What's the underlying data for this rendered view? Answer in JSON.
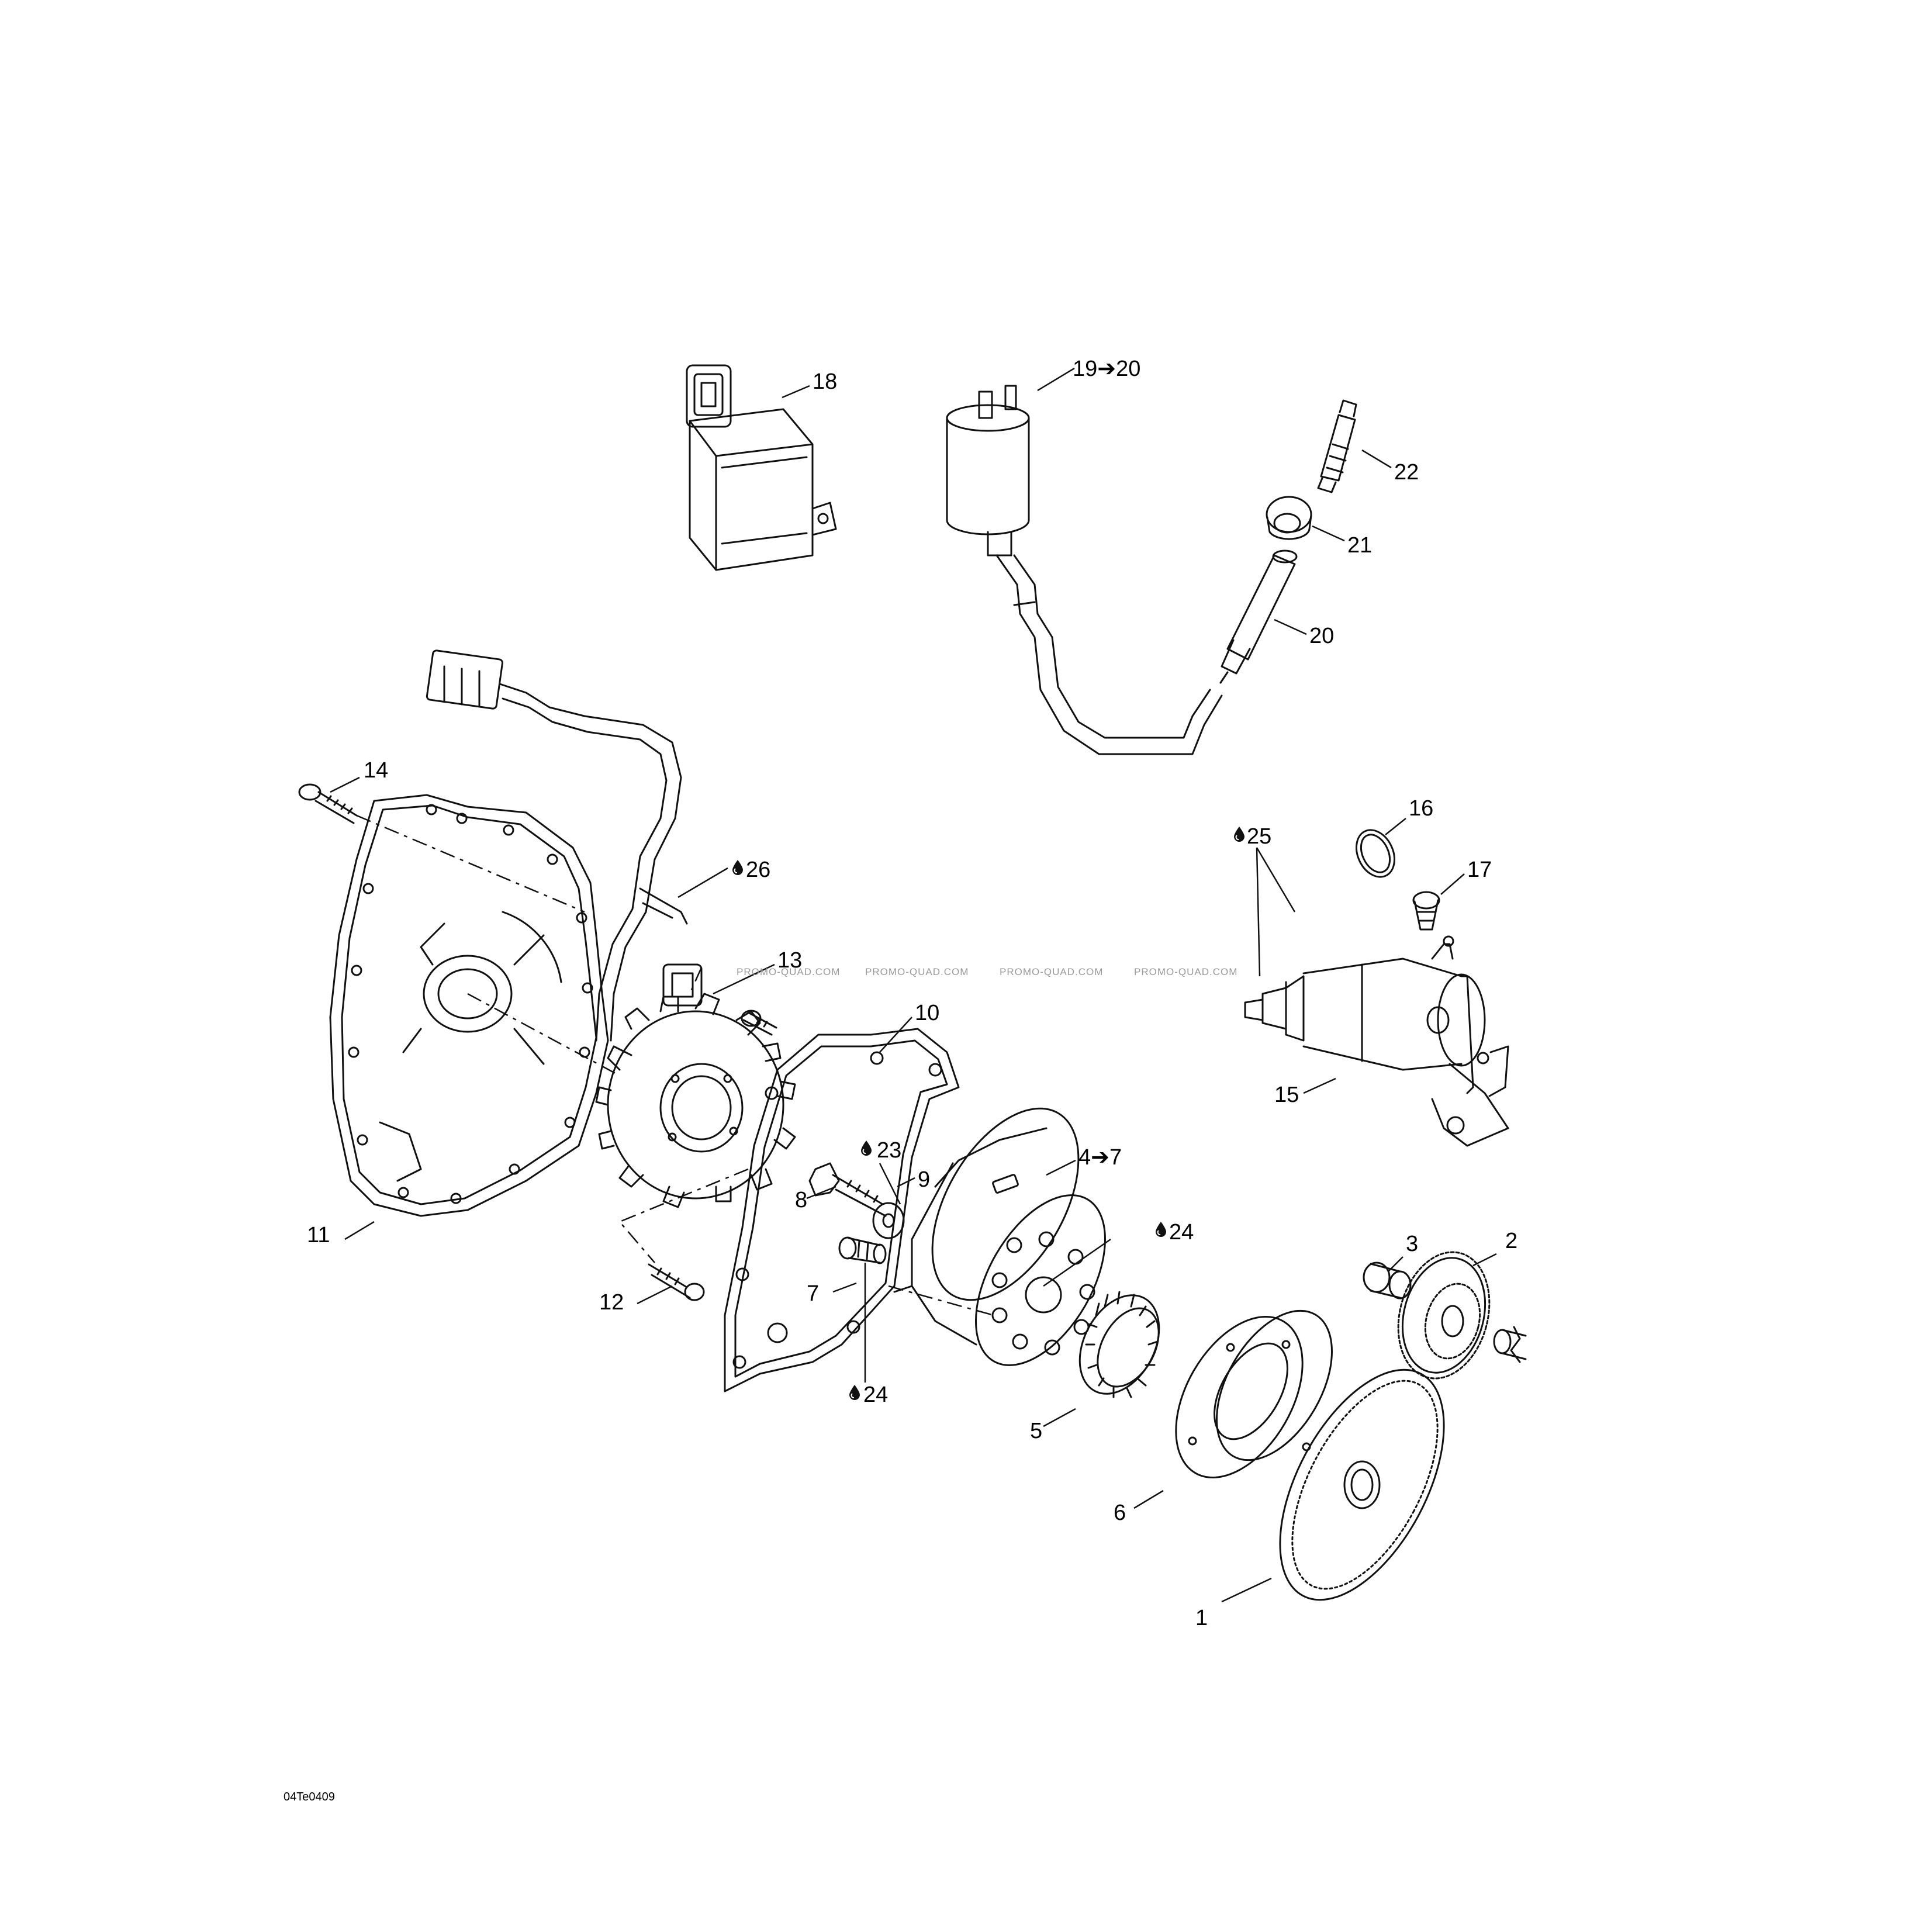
{
  "drawing": {
    "drawing_code": "04Te0409",
    "watermark": "PROMO-QUAD.COM"
  },
  "callouts": {
    "c1": "1",
    "c2": "2",
    "c3": "3",
    "c4to7": "4➔7",
    "c5": "5",
    "c6": "6",
    "c7": "7",
    "c8": "8",
    "c9": "9",
    "c10": "10",
    "c11": "11",
    "c12": "12",
    "c13": "13",
    "c14": "14",
    "c15": "15",
    "c16": "16",
    "c17": "17",
    "c18": "18",
    "c19to20": "19➔20",
    "c20": "20",
    "c21": "21",
    "c22": "22",
    "c23": "23",
    "c24a": "24",
    "c24b": "24",
    "c25": "25",
    "c26": "26"
  }
}
